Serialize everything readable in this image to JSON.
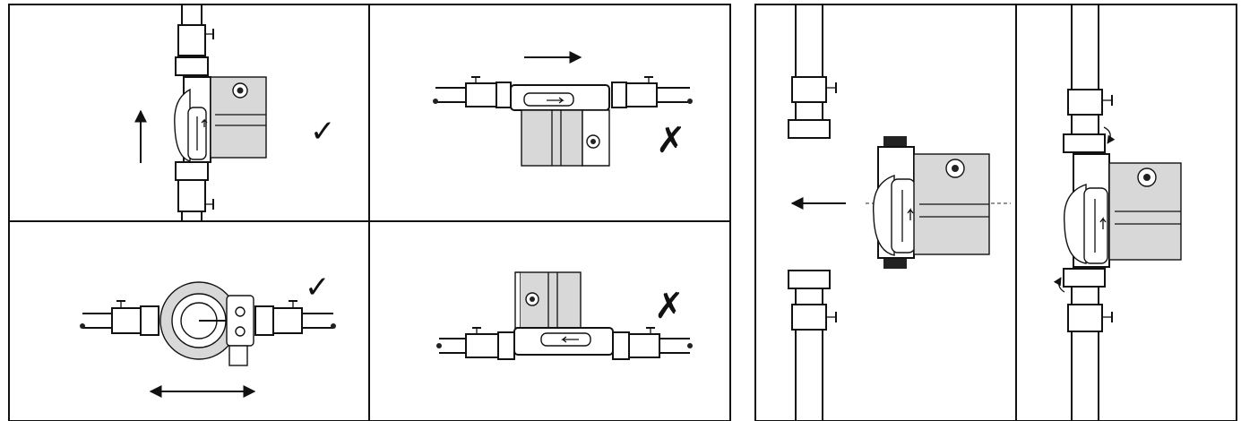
{
  "panels": [
    {
      "id": "vertical-flow-up",
      "verdict": "correct",
      "mark": "✓"
    },
    {
      "id": "horizontal-motor-down",
      "verdict": "incorrect",
      "mark": "✗"
    },
    {
      "id": "horizontal-shaft-horizontal",
      "verdict": "correct",
      "mark": "✓"
    },
    {
      "id": "horizontal-motor-up",
      "verdict": "incorrect",
      "mark": "✗"
    },
    {
      "id": "insert-pump-between-unions",
      "verdict": "step"
    },
    {
      "id": "tighten-unions",
      "verdict": "step"
    }
  ],
  "icons": {
    "correct": "check-icon",
    "incorrect": "cross-icon",
    "flow": "flow-arrow-icon"
  },
  "colors": {
    "line": "#111111",
    "background": "#ffffff",
    "motor_fill": "#d8d8d8"
  }
}
